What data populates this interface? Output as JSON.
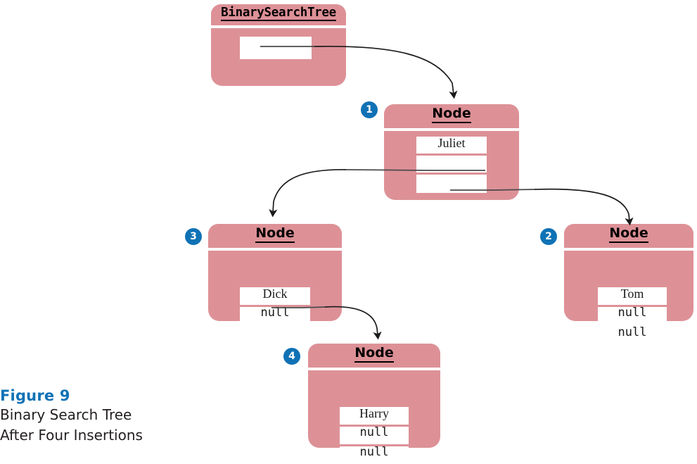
{
  "figure": {
    "number_label": "Figure 9",
    "caption_line1": "Binary Search Tree",
    "caption_line2": "After Four Insertions",
    "accent_color": "#1072b5",
    "box_color": "#dd9197",
    "field_color": "#ffffff"
  },
  "objects": {
    "tree": {
      "title": "BinarySearchTree",
      "fields": [
        {
          "value": "",
          "kind": "pointer"
        }
      ]
    },
    "node_juliet": {
      "title": "Node",
      "step": "1",
      "fields": [
        {
          "value": "Juliet",
          "kind": "serif"
        },
        {
          "value": "",
          "kind": "pointer"
        },
        {
          "value": "",
          "kind": "pointer"
        }
      ]
    },
    "node_tom": {
      "title": "Node",
      "step": "2",
      "fields": [
        {
          "value": "Tom",
          "kind": "serif"
        },
        {
          "value": "null",
          "kind": "mono"
        },
        {
          "value": "null",
          "kind": "mono"
        }
      ]
    },
    "node_dick": {
      "title": "Node",
      "step": "3",
      "fields": [
        {
          "value": "Dick",
          "kind": "serif"
        },
        {
          "value": "null",
          "kind": "mono"
        },
        {
          "value": "",
          "kind": "pointer"
        }
      ]
    },
    "node_harry": {
      "title": "Node",
      "step": "4",
      "fields": [
        {
          "value": "Harry",
          "kind": "serif"
        },
        {
          "value": "null",
          "kind": "mono"
        },
        {
          "value": "null",
          "kind": "mono"
        }
      ]
    }
  },
  "arrows": [
    {
      "name": "tree-root-to-juliet",
      "from": "tree.field0",
      "to": "node_juliet.header"
    },
    {
      "name": "juliet-left-to-dick",
      "from": "node_juliet.field1",
      "to": "node_dick.header"
    },
    {
      "name": "juliet-right-to-tom",
      "from": "node_juliet.field2",
      "to": "node_tom.header"
    },
    {
      "name": "dick-right-to-harry",
      "from": "node_dick.field2",
      "to": "node_harry.header"
    }
  ]
}
